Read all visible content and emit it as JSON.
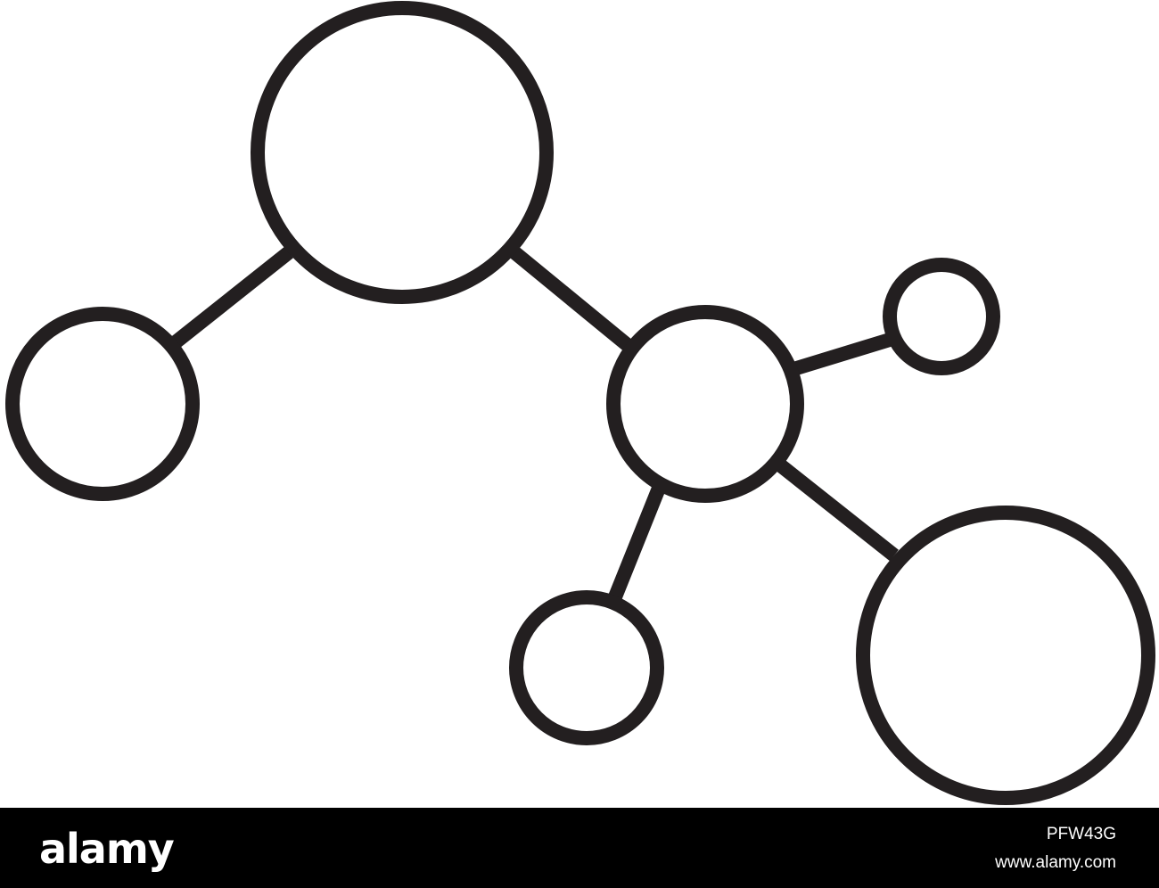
{
  "footer": {
    "brand": "alamy",
    "image_id": "PFW43G",
    "url": "www.alamy.com"
  },
  "colors": {
    "stroke": "#231f20",
    "background": "#ffffff",
    "footer_bg": "#000000",
    "footer_text": "#ffffff"
  },
  "diagram": {
    "nodes": [
      {
        "id": "top"
      },
      {
        "id": "left"
      },
      {
        "id": "center"
      },
      {
        "id": "upper-right"
      },
      {
        "id": "bottom"
      },
      {
        "id": "bottom-right"
      }
    ],
    "edges": [
      {
        "from": "top",
        "to": "left"
      },
      {
        "from": "top",
        "to": "center"
      },
      {
        "from": "center",
        "to": "upper-right"
      },
      {
        "from": "center",
        "to": "bottom"
      },
      {
        "from": "center",
        "to": "bottom-right"
      }
    ]
  }
}
